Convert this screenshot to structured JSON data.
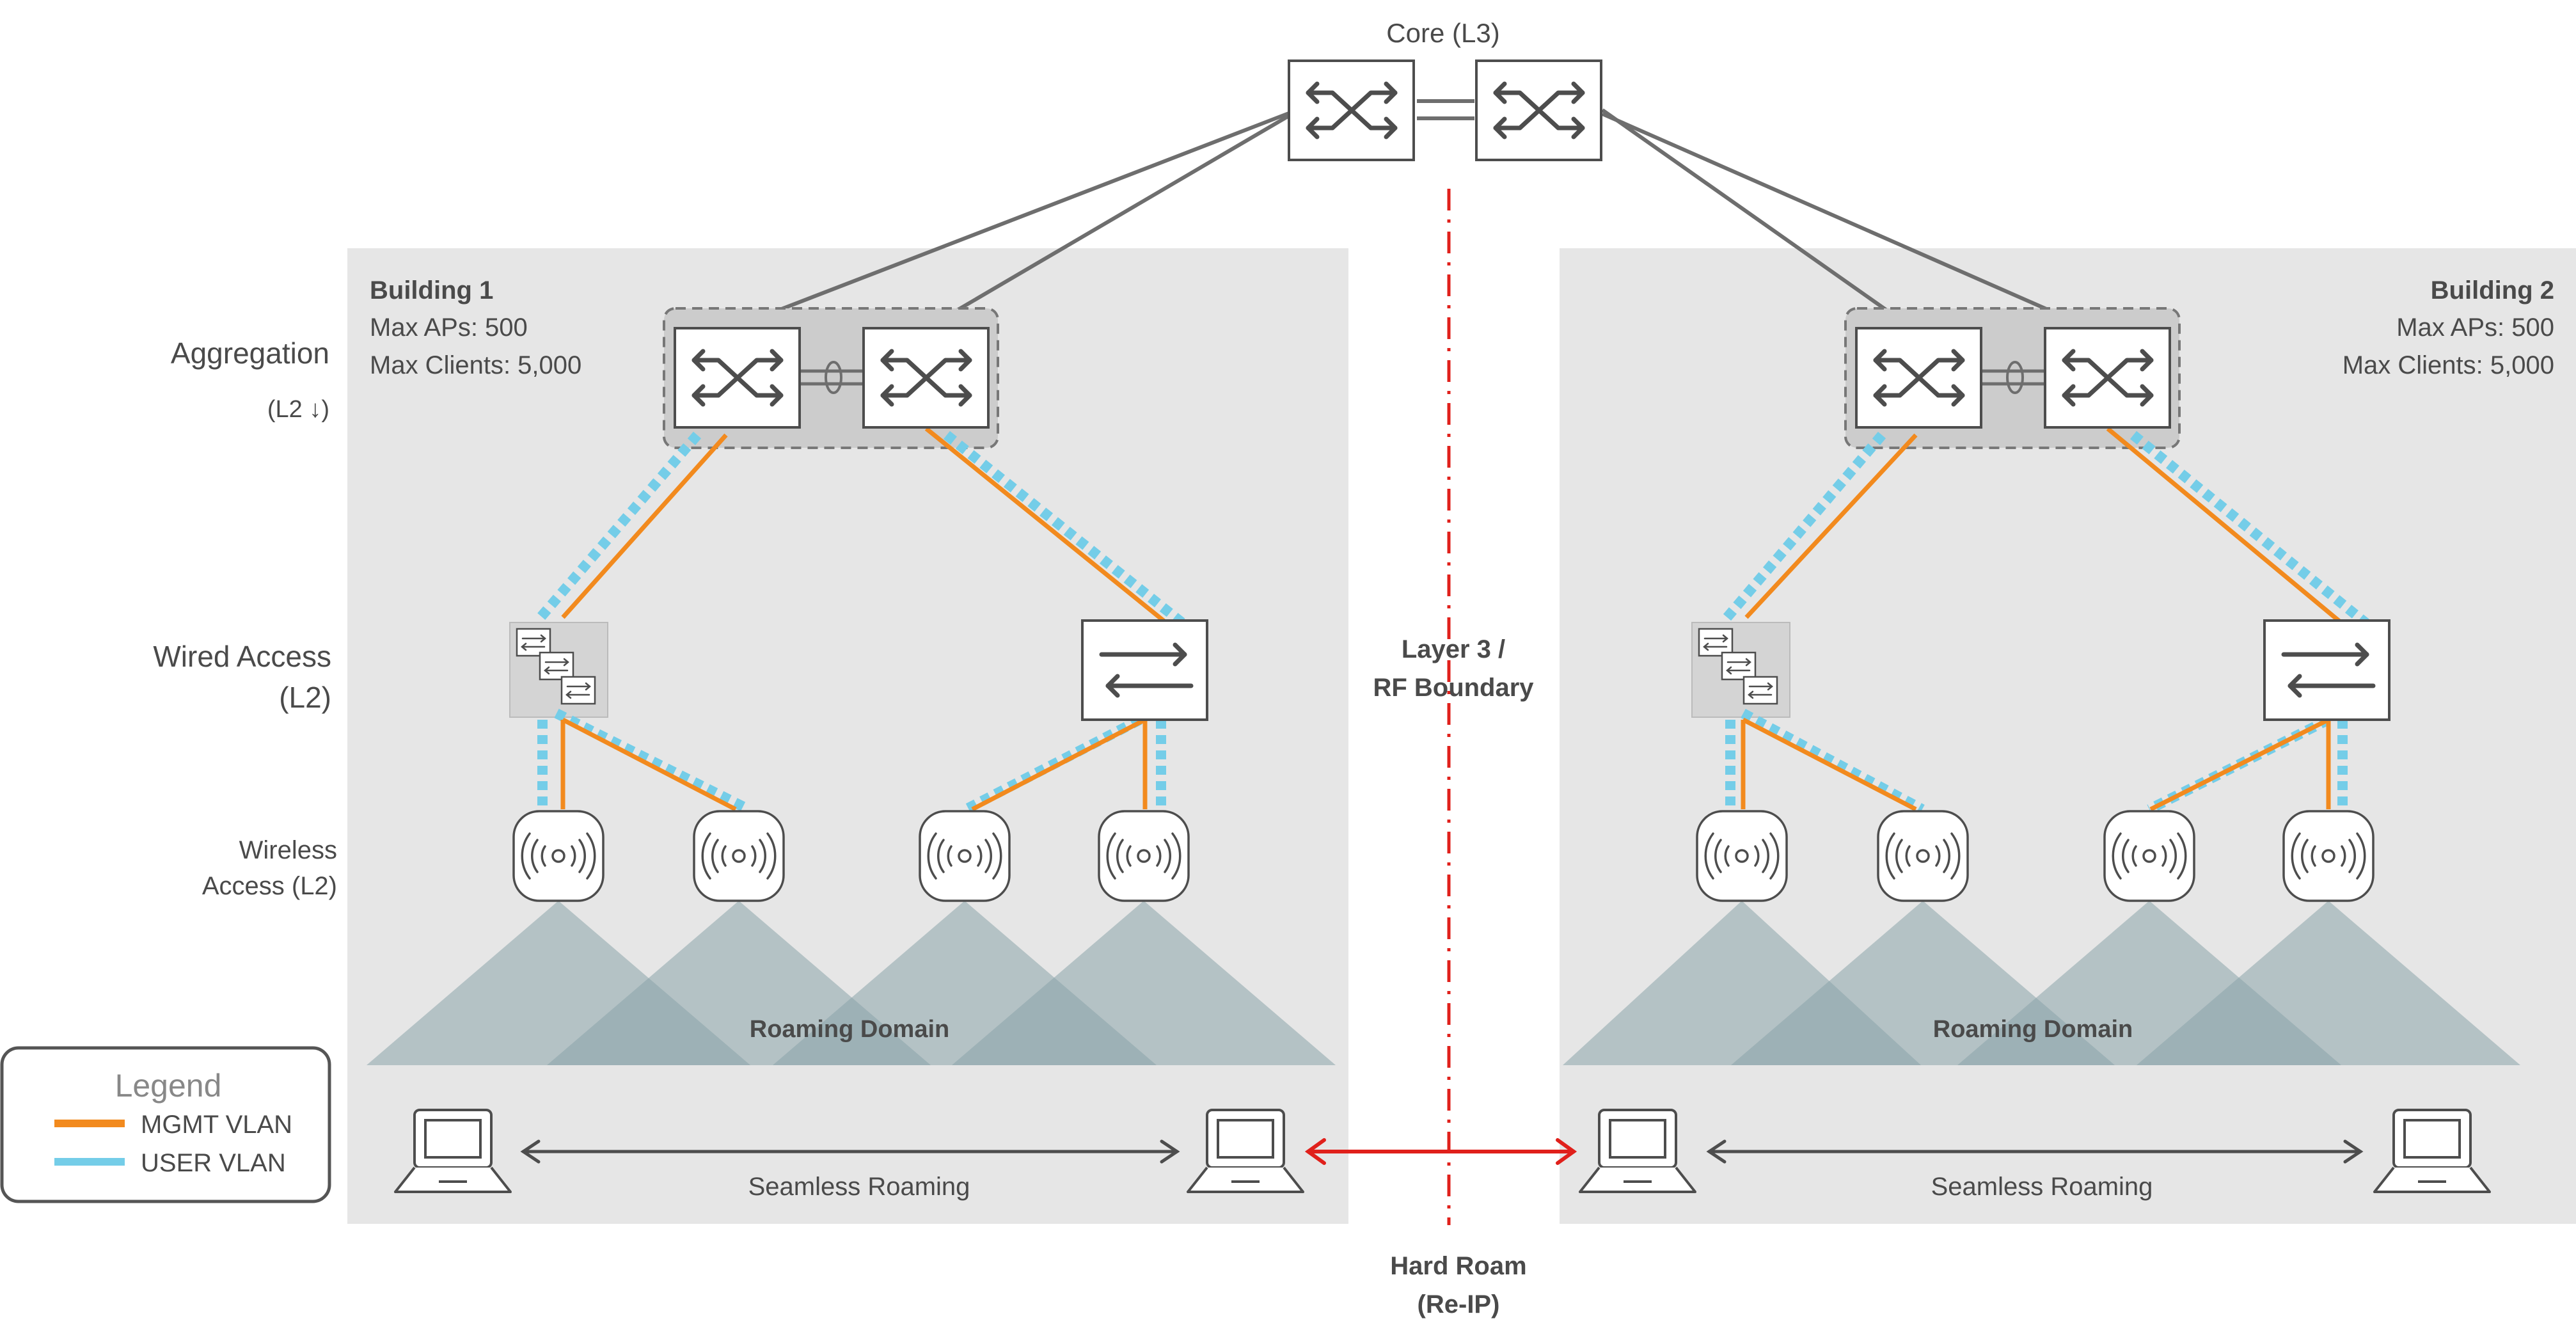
{
  "core": {
    "label": "Core (L3)"
  },
  "layers": {
    "aggregation": "Aggregation",
    "aggregation_sub": "(L2 ↓)",
    "wired_access_1": "Wired Access",
    "wired_access_2": "(L2)",
    "wireless_1": "Wireless",
    "wireless_2": "Access (L2)"
  },
  "building1": {
    "name": "Building 1",
    "max_aps": "Max APs: 500",
    "max_clients": "Max Clients: 5,000"
  },
  "building2": {
    "name": "Building 2",
    "max_aps": "Max APs: 500",
    "max_clients": "Max Clients: 5,000"
  },
  "boundary": {
    "line1": "Layer 3  /",
    "line2": "RF Boundary"
  },
  "roaming_domain": "Roaming Domain",
  "seamless_roaming": "Seamless Roaming",
  "hard_roam": {
    "line1": "Hard Roam",
    "line2": "(Re-IP)"
  },
  "legend": {
    "title": "Legend",
    "items": [
      {
        "label": "MGMT VLAN",
        "color": "#f28a1e"
      },
      {
        "label": "USER VLAN",
        "color": "#74cde8"
      }
    ]
  },
  "colors": {
    "building_bg": "#e6e6e6",
    "switch_stroke": "#4d4d4d",
    "core_link": "#6e6e6e",
    "boundary": "#e0201b",
    "coverage": "#8aa4aa"
  }
}
